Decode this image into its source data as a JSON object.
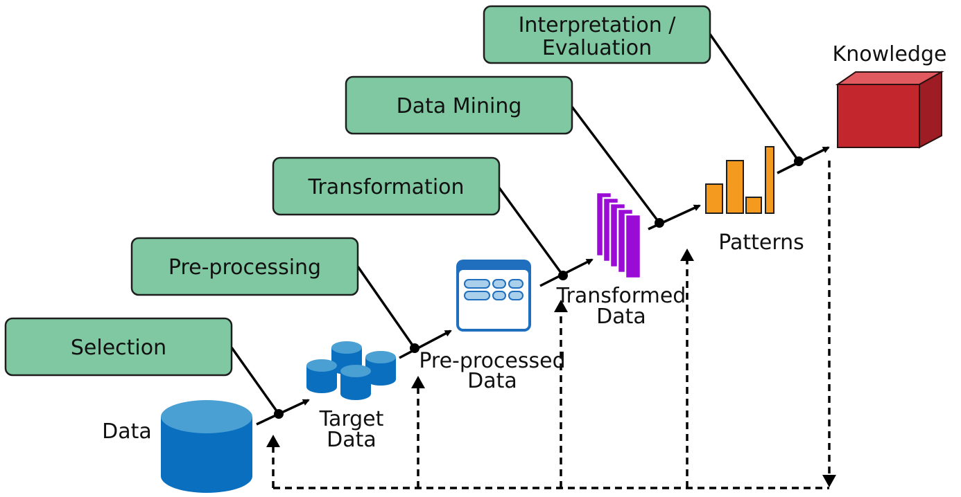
{
  "colors": {
    "stage_box_fill": "#7fc8a1",
    "stage_box_stroke": "#1e1e1e",
    "database_blue": "#0a6fbf",
    "database_top": "#4a9fd3",
    "table_border": "#1f6fbe",
    "table_cell": "#a9cfea",
    "transformed_purple": "#9b0bd6",
    "patterns_orange": "#f39a1f",
    "knowledge_red": "#c4262e",
    "line": "#000000"
  },
  "stages": [
    {
      "id": "selection",
      "label": "Selection"
    },
    {
      "id": "pre-processing",
      "label": "Pre-processing"
    },
    {
      "id": "transformation",
      "label": "Transformation"
    },
    {
      "id": "data-mining",
      "label": "Data Mining"
    },
    {
      "id": "interpretation",
      "label_lines": [
        "Interpretation /",
        "Evaluation"
      ]
    }
  ],
  "artifacts": {
    "data": {
      "lines": [
        "Data"
      ],
      "icon": "database-cylinder-icon"
    },
    "target_data": {
      "lines": [
        "Target",
        "Data"
      ],
      "icon": "database-cluster-icon"
    },
    "preprocessed_data": {
      "lines": [
        "Pre-processed",
        "Data"
      ],
      "icon": "data-table-icon"
    },
    "transformed_data": {
      "lines": [
        "Transformed",
        "Data"
      ],
      "icon": "stacked-sheets-icon"
    },
    "patterns": {
      "lines": [
        "Patterns"
      ],
      "icon": "bar-patterns-icon"
    },
    "knowledge": {
      "lines": [
        "Knowledge"
      ],
      "icon": "cube-icon"
    }
  }
}
